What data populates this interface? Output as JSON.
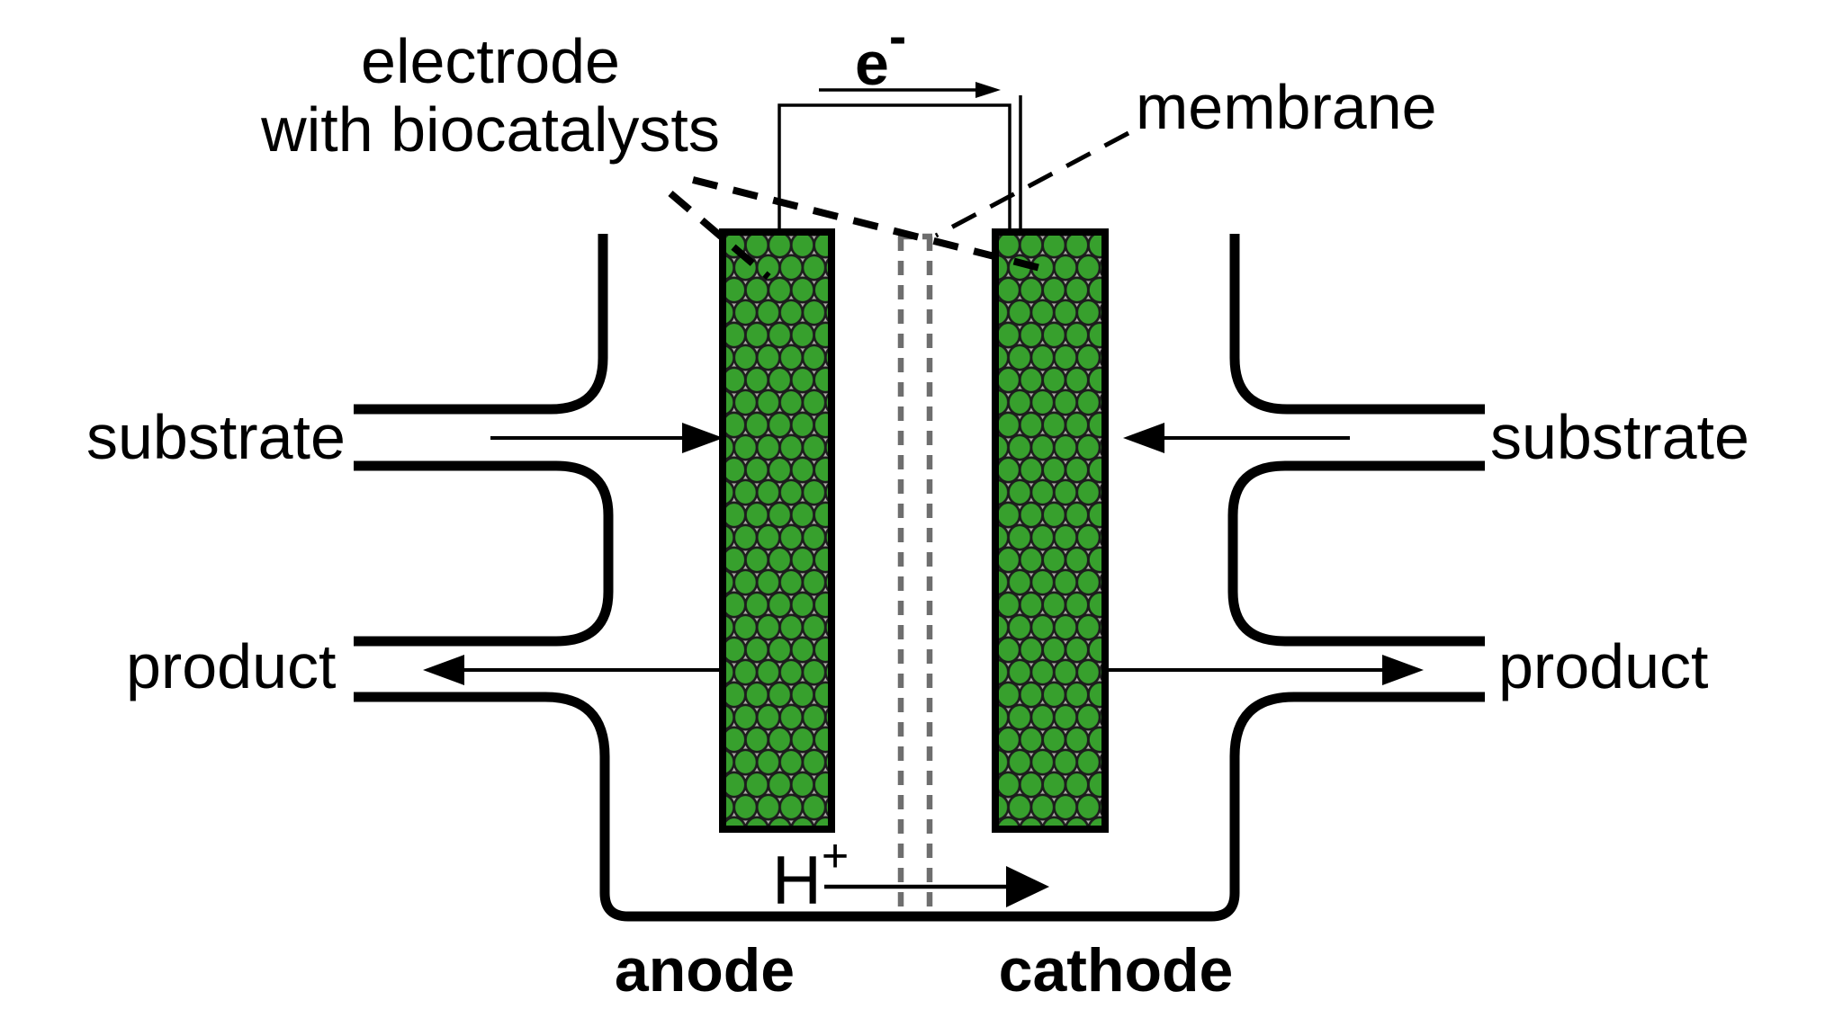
{
  "labels": {
    "electrode_line1": "electrode",
    "electrode_line2": "with biocatalysts",
    "membrane": "membrane",
    "electron": "e",
    "electron_sup": "-",
    "proton": "H",
    "proton_sup": "+",
    "substrate_left": "substrate",
    "substrate_right": "substrate",
    "product_left": "product",
    "product_right": "product",
    "anode": "anode",
    "cathode": "cathode"
  },
  "colors": {
    "biocatalyst_green": "#37a02d",
    "biocatalyst_outline": "#1d1d1d",
    "electrode_fill_gray": "#b6b1b0",
    "electrode_border": "#000000",
    "membrane_gray": "#6e6e6e",
    "line_black": "#000000",
    "background": "#ffffff"
  }
}
